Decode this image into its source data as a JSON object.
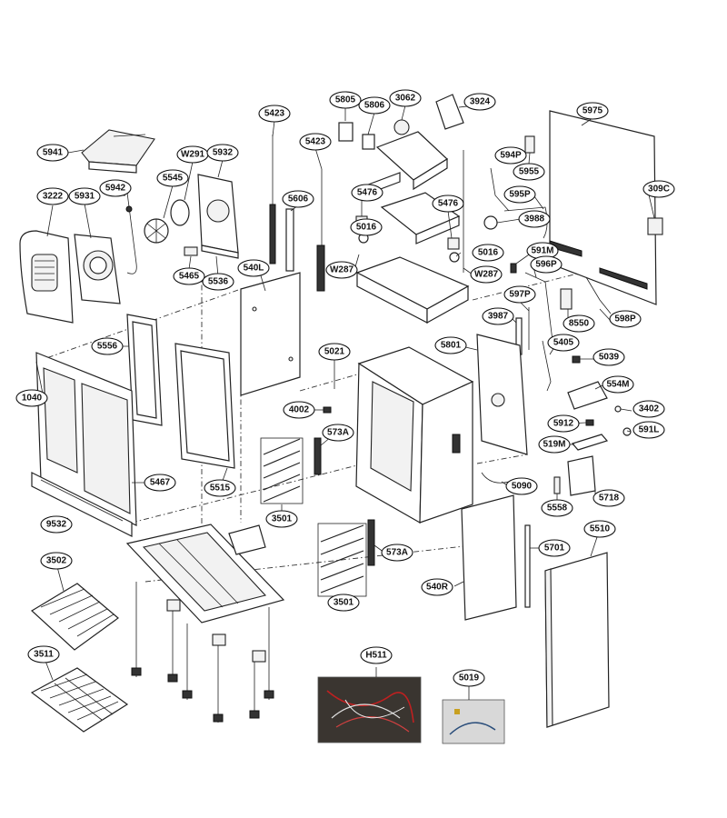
{
  "callouts": [
    {
      "id": "5941",
      "label": "5941"
    },
    {
      "id": "3222",
      "label": "3222"
    },
    {
      "id": "5931",
      "label": "5931"
    },
    {
      "id": "5942",
      "label": "5942"
    },
    {
      "id": "5545",
      "label": "5545"
    },
    {
      "id": "W291",
      "label": "W291"
    },
    {
      "id": "5932",
      "label": "5932"
    },
    {
      "id": "5465",
      "label": "5465"
    },
    {
      "id": "5536",
      "label": "5536"
    },
    {
      "id": "5423a",
      "label": "5423"
    },
    {
      "id": "5423b",
      "label": "5423"
    },
    {
      "id": "5606",
      "label": "5606"
    },
    {
      "id": "540L",
      "label": "540L"
    },
    {
      "id": "5805",
      "label": "5805"
    },
    {
      "id": "5806",
      "label": "5806"
    },
    {
      "id": "3062",
      "label": "3062"
    },
    {
      "id": "3924",
      "label": "3924"
    },
    {
      "id": "5476a",
      "label": "5476"
    },
    {
      "id": "5016a",
      "label": "5016"
    },
    {
      "id": "W287a",
      "label": "W287"
    },
    {
      "id": "5476b",
      "label": "5476"
    },
    {
      "id": "5016b",
      "label": "5016"
    },
    {
      "id": "W287b",
      "label": "W287"
    },
    {
      "id": "5975",
      "label": "5975"
    },
    {
      "id": "594P",
      "label": "594P"
    },
    {
      "id": "5955",
      "label": "5955"
    },
    {
      "id": "595P",
      "label": "595P"
    },
    {
      "id": "3988",
      "label": "3988"
    },
    {
      "id": "309C",
      "label": "309C"
    },
    {
      "id": "591M",
      "label": "591M"
    },
    {
      "id": "596P",
      "label": "596P"
    },
    {
      "id": "597P",
      "label": "597P"
    },
    {
      "id": "8550",
      "label": "8550"
    },
    {
      "id": "598P",
      "label": "598P"
    },
    {
      "id": "3987",
      "label": "3987"
    },
    {
      "id": "5801",
      "label": "5801"
    },
    {
      "id": "5405",
      "label": "5405"
    },
    {
      "id": "5039",
      "label": "5039"
    },
    {
      "id": "554M",
      "label": "554M"
    },
    {
      "id": "3402",
      "label": "3402"
    },
    {
      "id": "5912",
      "label": "5912"
    },
    {
      "id": "591L",
      "label": "591L"
    },
    {
      "id": "519M",
      "label": "519M"
    },
    {
      "id": "5556",
      "label": "5556"
    },
    {
      "id": "1040",
      "label": "1040"
    },
    {
      "id": "5021",
      "label": "5021"
    },
    {
      "id": "4002",
      "label": "4002"
    },
    {
      "id": "573Aa",
      "label": "573A"
    },
    {
      "id": "5467",
      "label": "5467"
    },
    {
      "id": "5515",
      "label": "5515"
    },
    {
      "id": "3501a",
      "label": "3501"
    },
    {
      "id": "5090",
      "label": "5090"
    },
    {
      "id": "5558",
      "label": "5558"
    },
    {
      "id": "5718",
      "label": "5718"
    },
    {
      "id": "9532",
      "label": "9532"
    },
    {
      "id": "573Ab",
      "label": "573A"
    },
    {
      "id": "5701",
      "label": "5701"
    },
    {
      "id": "5510",
      "label": "5510"
    },
    {
      "id": "3502",
      "label": "3502"
    },
    {
      "id": "540R",
      "label": "540R"
    },
    {
      "id": "3501b",
      "label": "3501"
    },
    {
      "id": "3511",
      "label": "3511"
    },
    {
      "id": "H511",
      "label": "H511"
    },
    {
      "id": "5019",
      "label": "5019"
    }
  ]
}
